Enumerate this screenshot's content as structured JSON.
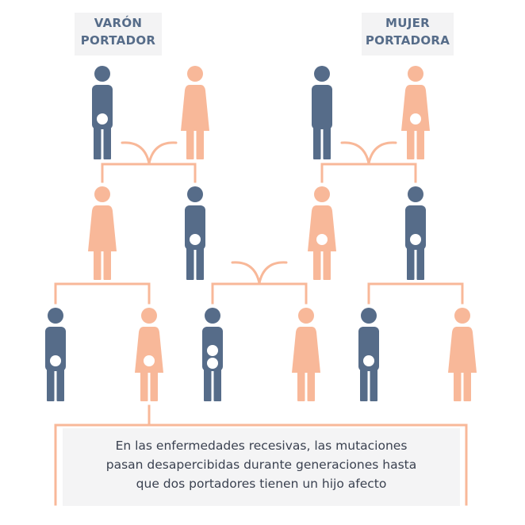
{
  "labels": {
    "male_carrier": [
      "VARÓN",
      "PORTADOR"
    ],
    "female_carrier": [
      "MUJER",
      "PORTADORA"
    ]
  },
  "caption": [
    "En las enfermedades recesivas, las mutaciones",
    "pasan desapercibidas durante generaciones hasta",
    "que dos portadores tienen un hijo afecto"
  ],
  "colors": {
    "male": "#566c89",
    "female": "#f8b899",
    "gene_dot": "#ffffff",
    "background": "#ffffff",
    "label_box": "#f3f3f4"
  },
  "pedigree": {
    "generation_1": [
      {
        "id": "g1-male-carrier-left",
        "sex": "male",
        "carrier_dots": 1
      },
      {
        "id": "g1-female-left",
        "sex": "female",
        "carrier_dots": 0
      },
      {
        "id": "g1-male-right",
        "sex": "male",
        "carrier_dots": 0
      },
      {
        "id": "g1-female-carrier-right",
        "sex": "female",
        "carrier_dots": 1
      }
    ],
    "generation_2": [
      {
        "id": "g2-female-far-left",
        "sex": "female",
        "carrier_dots": 0
      },
      {
        "id": "g2-male-carrier",
        "sex": "male",
        "carrier_dots": 1
      },
      {
        "id": "g2-female-carrier",
        "sex": "female",
        "carrier_dots": 1
      },
      {
        "id": "g2-male-far-right",
        "sex": "male",
        "carrier_dots": 1
      }
    ],
    "generation_3": [
      {
        "id": "g3-male-carrier-1",
        "sex": "male",
        "carrier_dots": 1
      },
      {
        "id": "g3-female-carrier-1",
        "sex": "female",
        "carrier_dots": 1
      },
      {
        "id": "g3-male-affected",
        "sex": "male",
        "carrier_dots": 2
      },
      {
        "id": "g3-female-2",
        "sex": "female",
        "carrier_dots": 0
      },
      {
        "id": "g3-male-carrier-2",
        "sex": "male",
        "carrier_dots": 1
      },
      {
        "id": "g3-female-3",
        "sex": "female",
        "carrier_dots": 0
      }
    ]
  }
}
